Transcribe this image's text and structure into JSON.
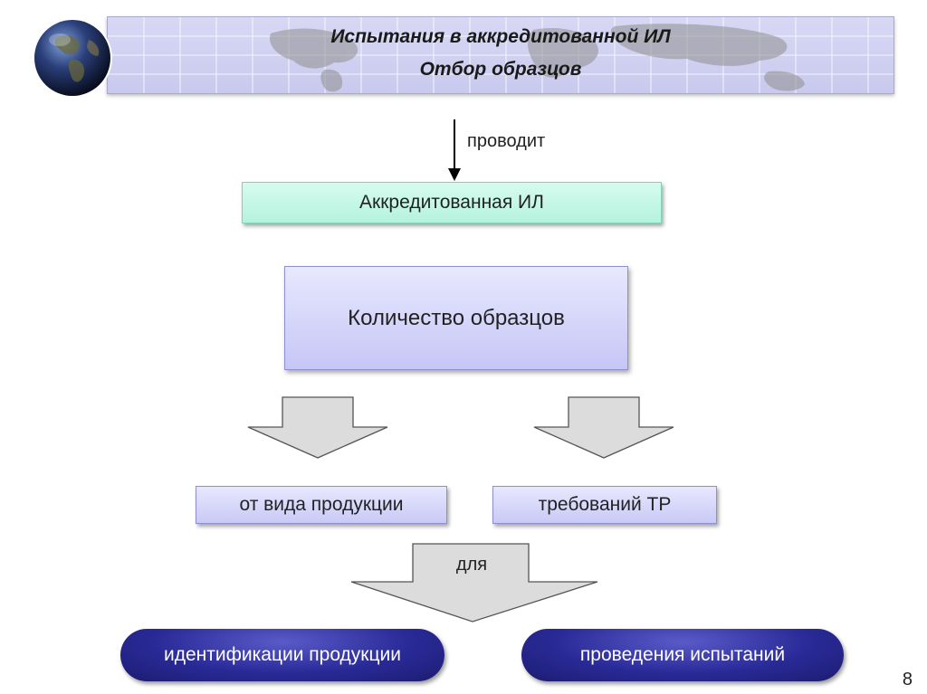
{
  "header": {
    "title_line1": "Испытания в аккредитованной ИЛ",
    "title_line2": "Отбор образцов"
  },
  "diagram": {
    "connector_label": "проводит",
    "lab_box": "Аккредитованная ИЛ",
    "quantity_box": "Количество образцов",
    "left_factor": "от вида продукции",
    "right_factor": "требований ТР",
    "merge_label": "для",
    "left_purpose": "идентификации продукции",
    "right_purpose": "проведения испытаний"
  },
  "footer": {
    "page_number": "8"
  },
  "colors": {
    "banner": "#c9c9ee",
    "lab_box": "#b4f3de",
    "quantity_box": "#c6c6f6",
    "pill": "#2a2a98"
  }
}
